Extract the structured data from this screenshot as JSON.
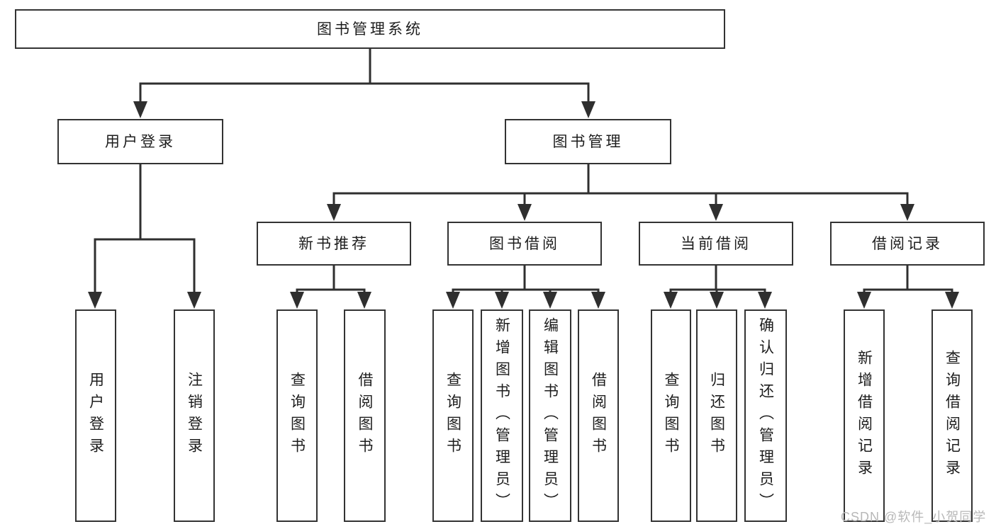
{
  "tree": {
    "label": "图书管理系统",
    "children": [
      {
        "label": "用户登录",
        "children": [
          {
            "label": "用户登录"
          },
          {
            "label": "注销登录"
          }
        ]
      },
      {
        "label": "图书管理",
        "children": [
          {
            "label": "新书推荐",
            "children": [
              {
                "label": "查询图书"
              },
              {
                "label": "借阅图书"
              }
            ]
          },
          {
            "label": "图书借阅",
            "children": [
              {
                "label": "查询图书"
              },
              {
                "label": "新增图书（管理员）"
              },
              {
                "label": "编辑图书（管理员）"
              },
              {
                "label": "借阅图书"
              }
            ]
          },
          {
            "label": "当前借阅",
            "children": [
              {
                "label": "查询图书"
              },
              {
                "label": "归还图书"
              },
              {
                "label": "确认归还（管理员）"
              }
            ]
          },
          {
            "label": "借阅记录",
            "children": [
              {
                "label": "新增借阅记录"
              },
              {
                "label": "查询借阅记录"
              }
            ]
          }
        ]
      }
    ]
  },
  "watermark": {
    "text": "CSDN @软件_小贺同学",
    "color": "#b8b8b8"
  },
  "colors": {
    "line": "#2f2f2f",
    "box_border": "#333333",
    "text": "#1d1d1d",
    "background": "#ffffff"
  }
}
